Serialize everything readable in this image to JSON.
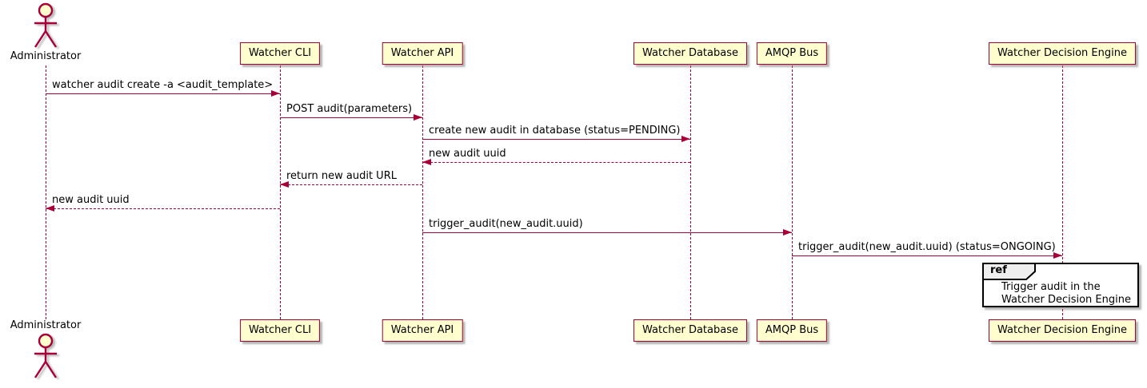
{
  "diagram": {
    "type": "sequence-diagram",
    "participants": [
      {
        "id": "administrator",
        "label": "Administrator",
        "kind": "actor"
      },
      {
        "id": "watcher-cli",
        "label": "Watcher CLI",
        "kind": "box"
      },
      {
        "id": "watcher-api",
        "label": "Watcher API",
        "kind": "box"
      },
      {
        "id": "watcher-database",
        "label": "Watcher Database",
        "kind": "box"
      },
      {
        "id": "amqp-bus",
        "label": "AMQP Bus",
        "kind": "box"
      },
      {
        "id": "watcher-decision-engine",
        "label": "Watcher Decision Engine",
        "kind": "box"
      }
    ],
    "messages": [
      {
        "from": 0,
        "to": 1,
        "label": "watcher audit create -a <audit_template>",
        "line": "solid"
      },
      {
        "from": 1,
        "to": 2,
        "label": "POST audit(parameters)",
        "line": "solid"
      },
      {
        "from": 2,
        "to": 3,
        "label": "create new audit in database (status=PENDING)",
        "line": "solid"
      },
      {
        "from": 3,
        "to": 2,
        "label": "new audit uuid",
        "line": "dashed"
      },
      {
        "from": 2,
        "to": 1,
        "label": "return new audit URL",
        "line": "dashed"
      },
      {
        "from": 1,
        "to": 0,
        "label": "new audit uuid",
        "line": "dashed"
      },
      {
        "from": 2,
        "to": 4,
        "label": "trigger_audit(new_audit.uuid)",
        "line": "solid"
      },
      {
        "from": 4,
        "to": 5,
        "label": "trigger_audit(new_audit.uuid) (status=ONGOING)",
        "line": "solid"
      }
    ],
    "ref": {
      "keyword": "ref",
      "over": 5,
      "lines": [
        "Trigger audit in the",
        "Watcher Decision Engine"
      ]
    },
    "colors": {
      "participant_fill": "#FEFECE",
      "stroke": "#A80036",
      "text": "#000000",
      "ref_border": "#000000",
      "ref_header_fill": "#EEEEEE",
      "background": "#FFFFFF"
    }
  }
}
